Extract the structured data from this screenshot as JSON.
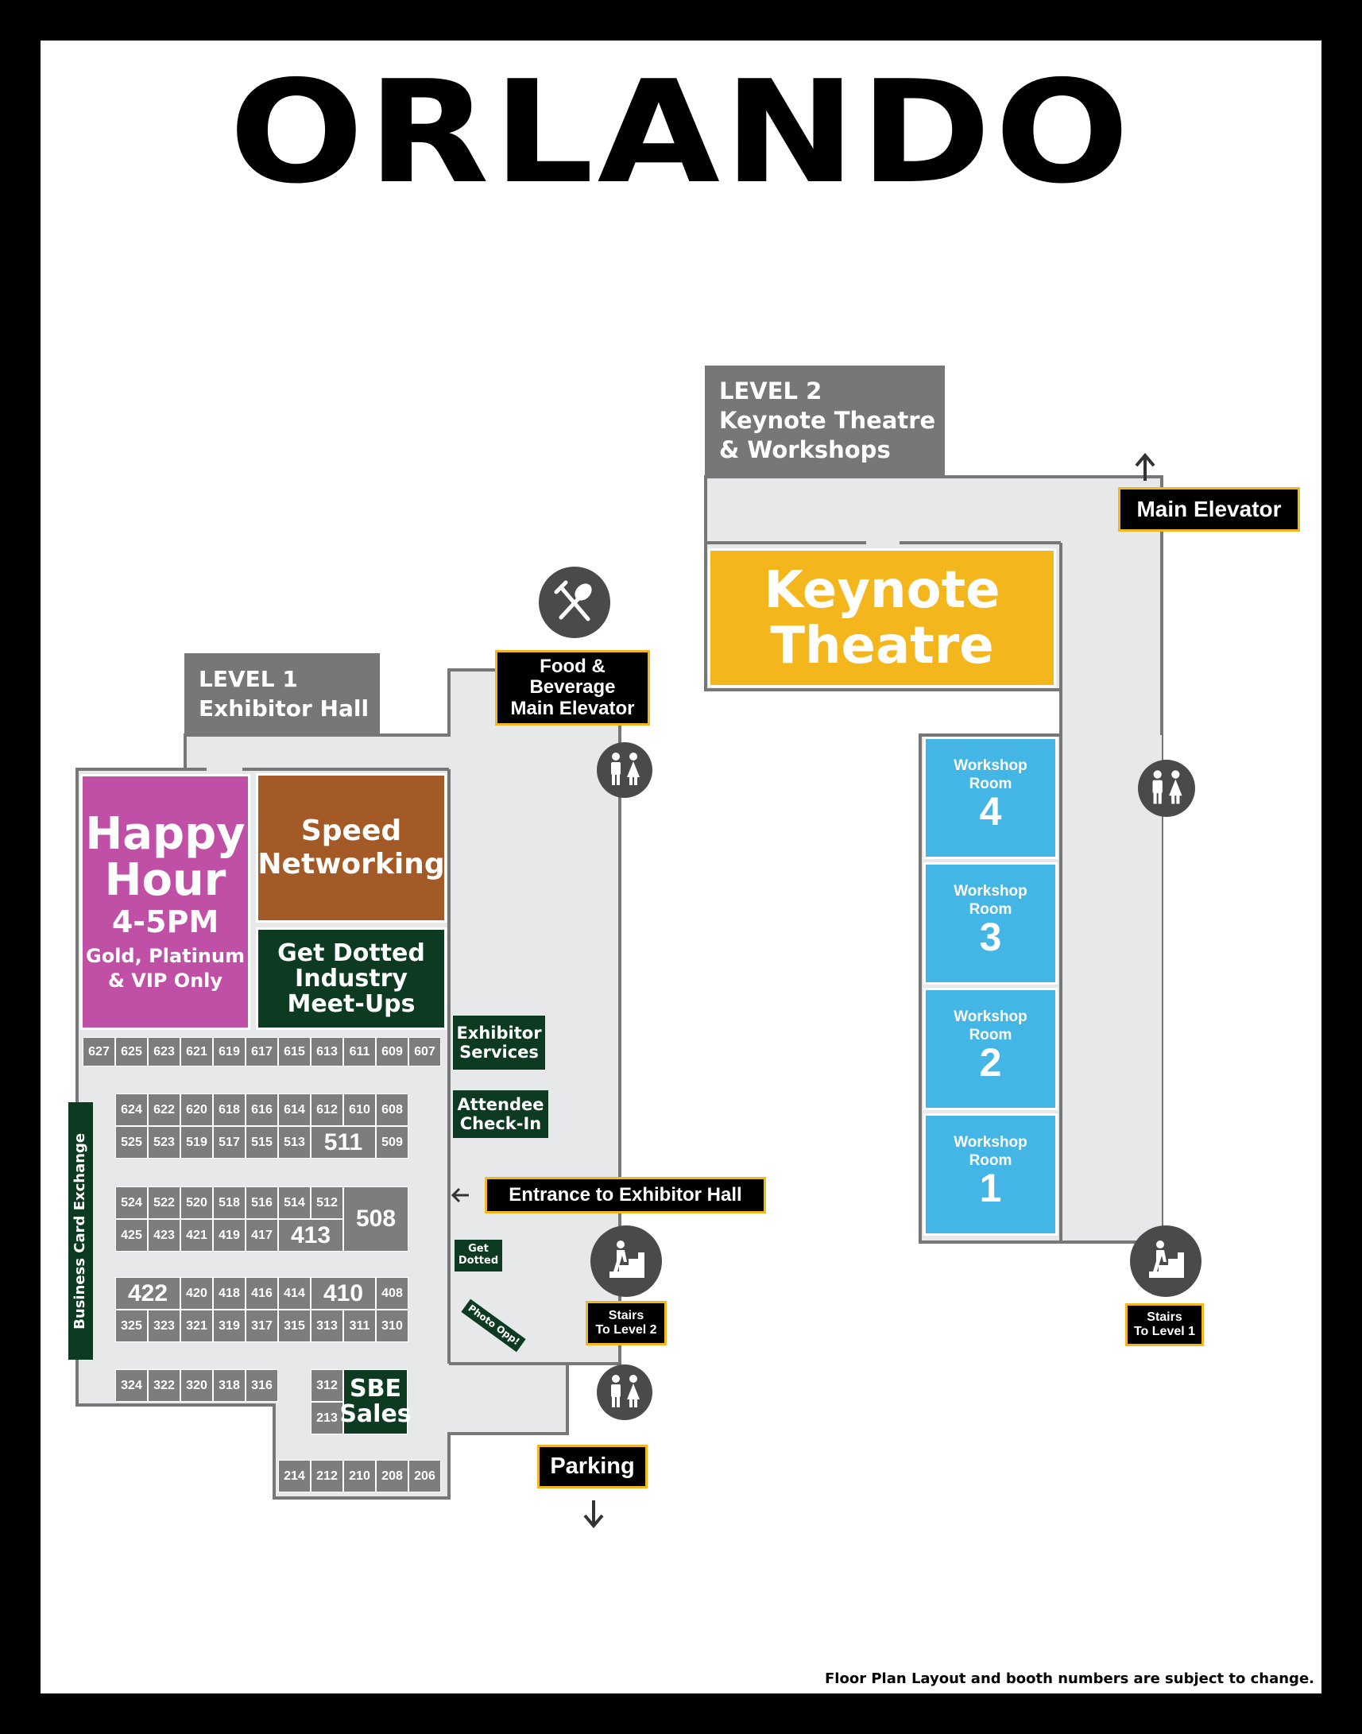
{
  "title": "ORLANDO",
  "disclaimer": "Floor Plan Layout and booth numbers are subject to change.",
  "colors": {
    "happy_hour": "#c04fa6",
    "speed_networking": "#a45a26",
    "dark_green": "#0d3b22",
    "keynote": "#f3b71d",
    "workshop": "#43b6e6",
    "booth": "#7d7d7d",
    "floor": "#e7e8ea",
    "label_border": "#f3b71d"
  },
  "level1": {
    "line1": "LEVEL 1",
    "line2": "Exhibitor Hall"
  },
  "level2": {
    "line1": "LEVEL 2",
    "line2": "Keynote Theatre",
    "line3": "& Workshops"
  },
  "happy_hour": {
    "l1": "Happy",
    "l2": "Hour",
    "time": "4-5PM",
    "note1": "Gold, Platinum",
    "note2": "& VIP Only"
  },
  "speed_networking": {
    "l1": "Speed",
    "l2": "Networking"
  },
  "meetups": {
    "l1": "Get Dotted",
    "l2": "Industry",
    "l3": "Meet-Ups"
  },
  "exhibitor_services": {
    "l1": "Exhibitor",
    "l2": "Services"
  },
  "attendee_checkin": {
    "l1": "Attendee",
    "l2": "Check-In"
  },
  "get_dotted": {
    "l1": "Get",
    "l2": "Dotted"
  },
  "photo_opp": "Photo Opp!",
  "business_card": "Business Card Exchange",
  "sbe": {
    "l1": "SBE",
    "l2": "Sales"
  },
  "food_label": {
    "l1": "Food &",
    "l2": "Beverage",
    "l3": "Main Elevator"
  },
  "entrance_label": "Entrance to Exhibitor Hall",
  "parking_label": "Parking",
  "stairs_up": {
    "l1": "Stairs",
    "l2": "To Level 2"
  },
  "stairs_down": {
    "l1": "Stairs",
    "l2": "To Level 1"
  },
  "main_elevator": "Main Elevator",
  "keynote": {
    "l1": "Keynote",
    "l2": "Theatre"
  },
  "workshops": [
    {
      "l1": "Workshop",
      "l2": "Room",
      "num": "4"
    },
    {
      "l1": "Workshop",
      "l2": "Room",
      "num": "3"
    },
    {
      "l1": "Workshop",
      "l2": "Room",
      "num": "2"
    },
    {
      "l1": "Workshop",
      "l2": "Room",
      "num": "1"
    }
  ],
  "booths": {
    "row600": [
      "627",
      "625",
      "623",
      "621",
      "619",
      "617",
      "615",
      "613",
      "611",
      "609",
      "607"
    ],
    "row600b": [
      "624",
      "622",
      "620",
      "618",
      "616",
      "614",
      "612",
      "610",
      "608"
    ],
    "row500": [
      "525",
      "523",
      "519",
      "517",
      "515",
      "513"
    ],
    "b511": "511",
    "b509": "509",
    "row500b": [
      "524",
      "522",
      "520",
      "518",
      "516",
      "514",
      "512"
    ],
    "b508": "508",
    "row400": [
      "425",
      "423",
      "421",
      "419",
      "417"
    ],
    "b413": "413",
    "b422": "422",
    "row400b": [
      "420",
      "418",
      "416",
      "414"
    ],
    "b410": "410",
    "b408": "408",
    "row300": [
      "325",
      "323",
      "321",
      "319",
      "317",
      "315",
      "313",
      "311",
      "310"
    ],
    "row300b": [
      "324",
      "322",
      "320",
      "318",
      "316"
    ],
    "b312": "312",
    "b213": "213",
    "row200": [
      "214",
      "212",
      "210",
      "208",
      "206"
    ]
  }
}
